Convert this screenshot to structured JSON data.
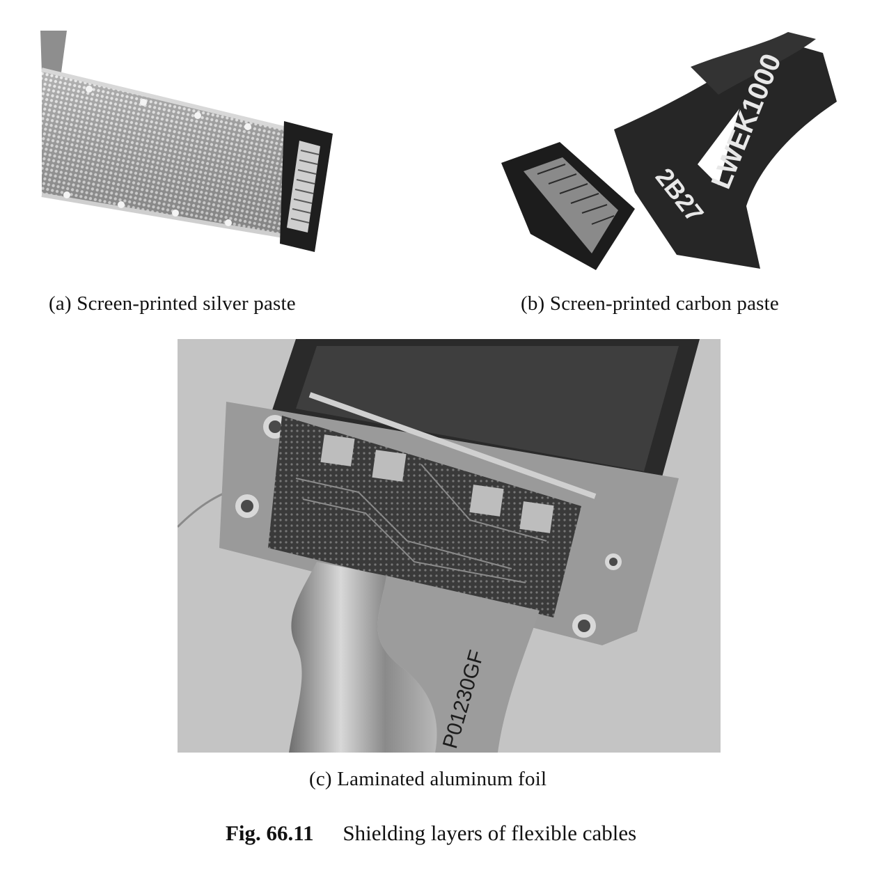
{
  "panels": [
    {
      "id": "a",
      "label": "(a)",
      "caption": "Screen-printed silver paste"
    },
    {
      "id": "b",
      "label": "(b)",
      "caption": "Screen-printed carbon paste",
      "printed_markings": [
        "LWEK1000",
        "2B27"
      ]
    },
    {
      "id": "c",
      "label": "(c)",
      "caption": "Laminated aluminum foil",
      "printed_markings": [
        "P01230GF"
      ]
    }
  ],
  "figure": {
    "number": "Fig. 66.11",
    "title": "Shielding layers of flexible cables"
  },
  "colors": {
    "background": "#ffffff",
    "photo_background": "#c4c4c4",
    "dark_film": "#262626",
    "text": "#111111"
  }
}
